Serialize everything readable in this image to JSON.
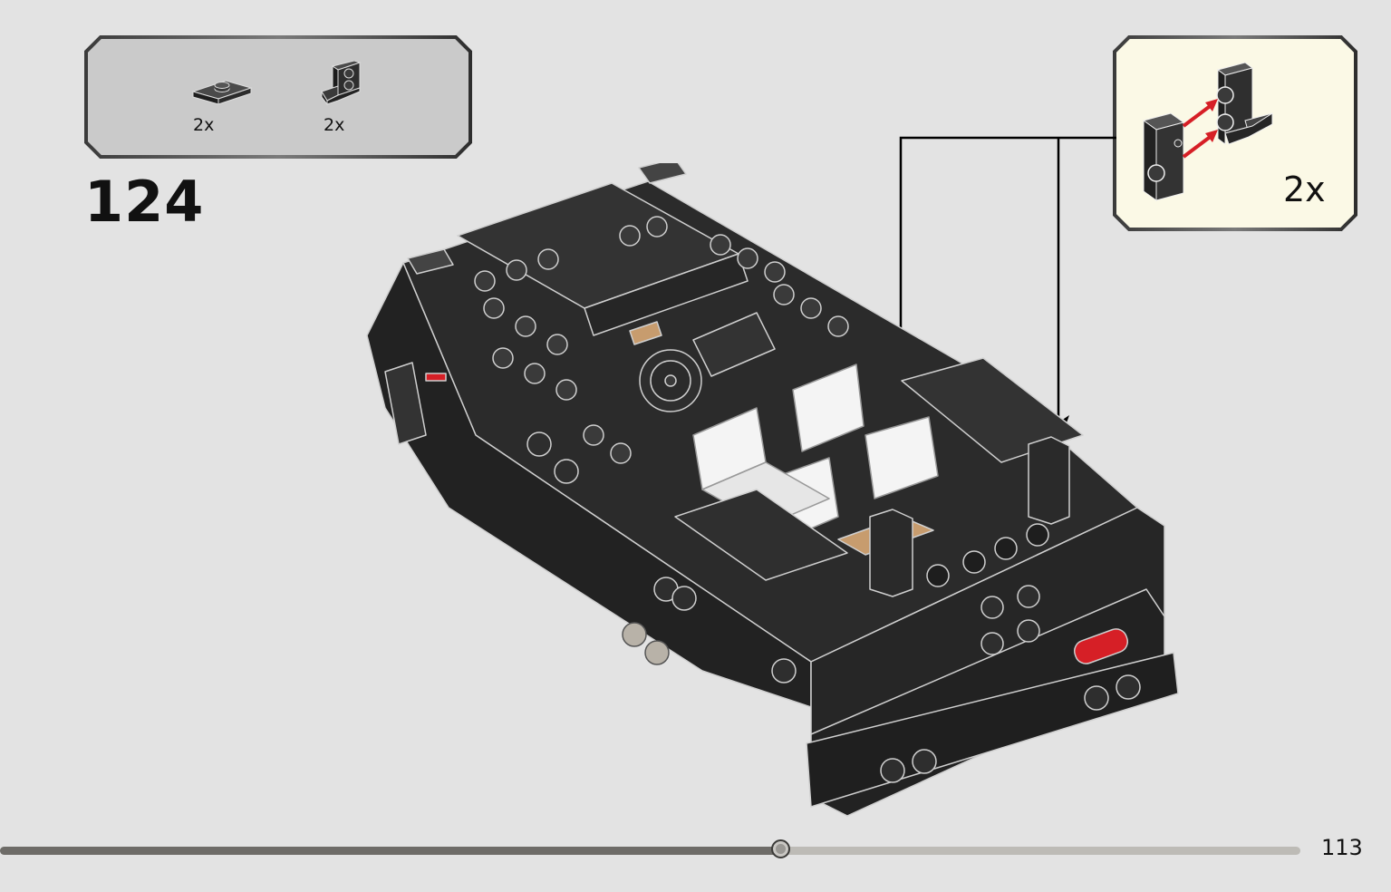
{
  "parts_list": {
    "items": [
      {
        "icon": "plate-1x2-jumper-icon",
        "quantity": "2x",
        "color": "#2b2b2b"
      },
      {
        "icon": "bracket-1x2-2x2-icon",
        "quantity": "2x",
        "color": "#2b2b2b"
      }
    ]
  },
  "step": {
    "number": "124"
  },
  "sub_assembly": {
    "quantity": "2x",
    "arrow_color": "#d61f26"
  },
  "progress": {
    "fraction": 0.6
  },
  "page": {
    "number": "113"
  },
  "colors": {
    "background": "#e3e3e3",
    "callout_bg": "#cacaca",
    "subassembly_bg": "#fbf9e6",
    "brick_black": "#2b2b2b",
    "brick_white": "#f4f4f4",
    "brick_tan": "#c79c6e",
    "tail_light": "#d61f26"
  }
}
